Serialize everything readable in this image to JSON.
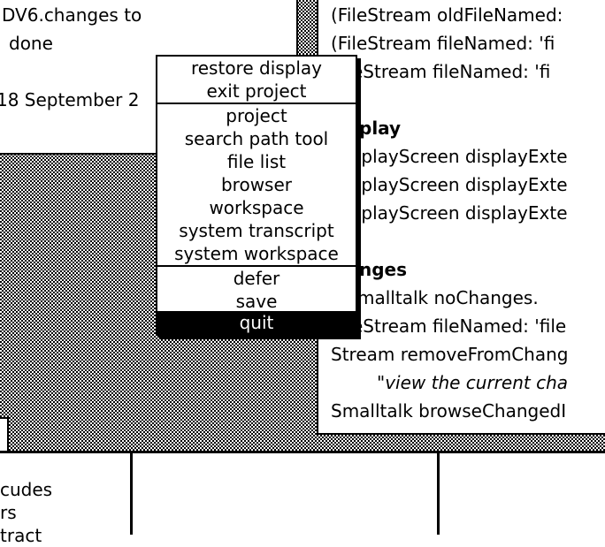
{
  "top_left_window": {
    "lines": [
      "DV6.changes to",
      "done",
      "18 September 2"
    ]
  },
  "right_workspace": {
    "lines": [
      {
        "text": "(FileStream oldFileNamed:",
        "style": "normal"
      },
      {
        "text": "(FileStream fileNamed: 'fi",
        "style": "normal"
      },
      {
        "text": "eStream fileNamed: 'fi",
        "style": "normal"
      },
      {
        "text": "play",
        "style": "bold"
      },
      {
        "text": "splayScreen displayExte",
        "style": "normal"
      },
      {
        "text": "splayScreen displayExte",
        "style": "normal"
      },
      {
        "text": "splayScreen displayExte",
        "style": "normal"
      },
      {
        "text": "nges",
        "style": "bold"
      },
      {
        "text": "malltalk noChanges.",
        "style": "normal"
      },
      {
        "text": "eStream fileNamed: 'file",
        "style": "normal"
      },
      {
        "text": "Stream removeFromChang",
        "style": "normal"
      },
      {
        "text": "\"view the current cha",
        "style": "italic"
      },
      {
        "text": "Smalltalk browseChangedI",
        "style": "normal"
      }
    ]
  },
  "bottom_left_pane": {
    "lines": [
      "cudes",
      "rs",
      "tract"
    ]
  },
  "world_menu": {
    "groups": [
      [
        "restore display",
        "exit project"
      ],
      [
        "project",
        "search path tool",
        "file list",
        "browser",
        "workspace",
        "system transcript",
        "system workspace"
      ],
      [
        "defer",
        "save",
        "quit"
      ]
    ],
    "selected": "quit"
  }
}
